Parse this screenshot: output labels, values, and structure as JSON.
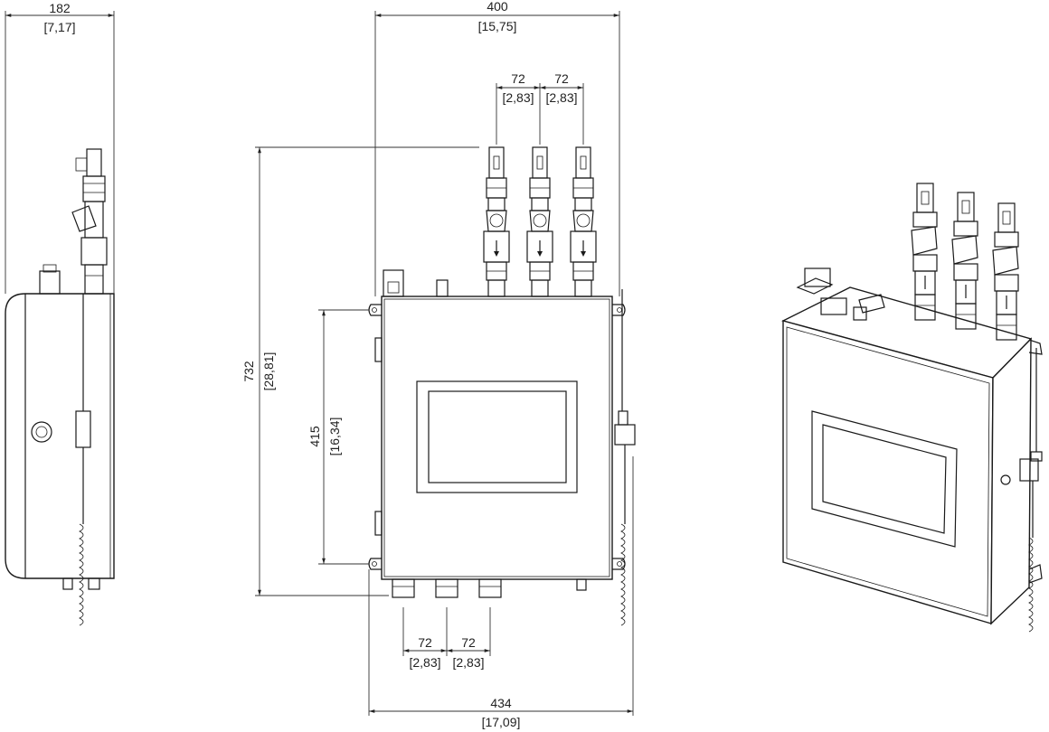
{
  "dimensions": {
    "side_width": {
      "mm": "182",
      "in": "[7,17]"
    },
    "front_width": {
      "mm": "400",
      "in": "[15,75]"
    },
    "pitch_top_1": {
      "mm": "72",
      "in": "[2,83]"
    },
    "pitch_top_2": {
      "mm": "72",
      "in": "[2,83]"
    },
    "total_height": {
      "mm": "732",
      "in": "[28,81]"
    },
    "mount_height": {
      "mm": "415",
      "in": "[16,34]"
    },
    "pitch_bot_1": {
      "mm": "72",
      "in": "[2,83]"
    },
    "pitch_bot_2": {
      "mm": "72",
      "in": "[2,83]"
    },
    "mount_width": {
      "mm": "434",
      "in": "[17,09]"
    }
  },
  "colors": {
    "line": "#1a1a1a",
    "background": "#ffffff"
  }
}
